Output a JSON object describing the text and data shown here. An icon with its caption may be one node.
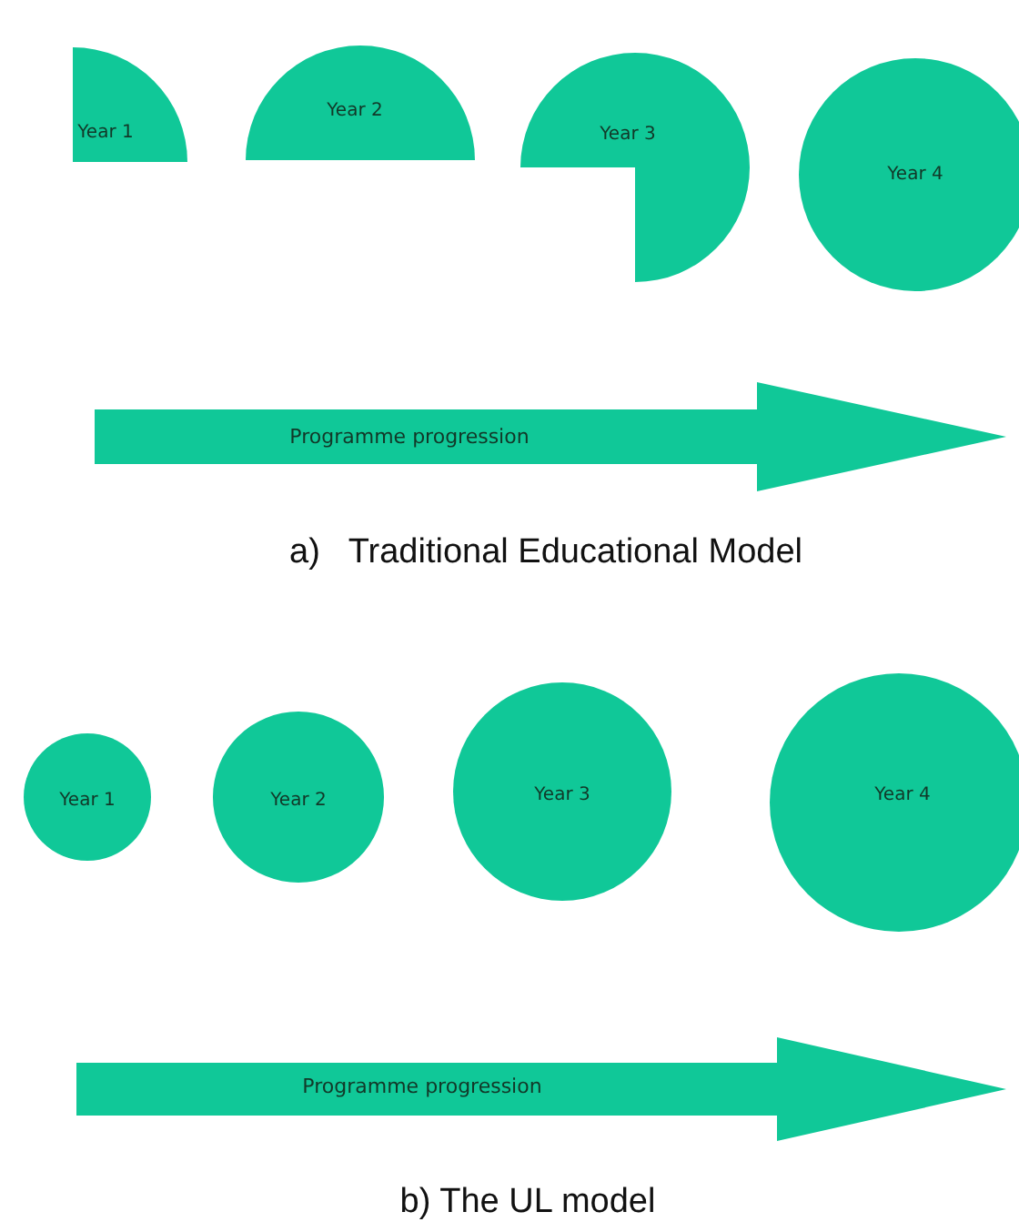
{
  "diagram": {
    "nodes": [
      {
        "text": [
          "Year 1"
        ]
      },
      {
        "text": [
          "Year 2"
        ]
      },
      {
        "text": [
          "Year 3"
        ]
      },
      {
        "text": [
          "Year 4"
        ]
      },
      {
        "text": [
          "Programme progression"
        ]
      },
      {
        "text": [
          "Year 1"
        ]
      },
      {
        "text": [
          "Year 2"
        ]
      },
      {
        "text": [
          "Year 3"
        ]
      },
      {
        "text": [
          "Year 4"
        ]
      },
      {
        "text": [
          "Programme progression"
        ]
      }
    ],
    "labels": [
      "a)   Traditional Educational Model",
      "b) The UL model"
    ]
  }
}
